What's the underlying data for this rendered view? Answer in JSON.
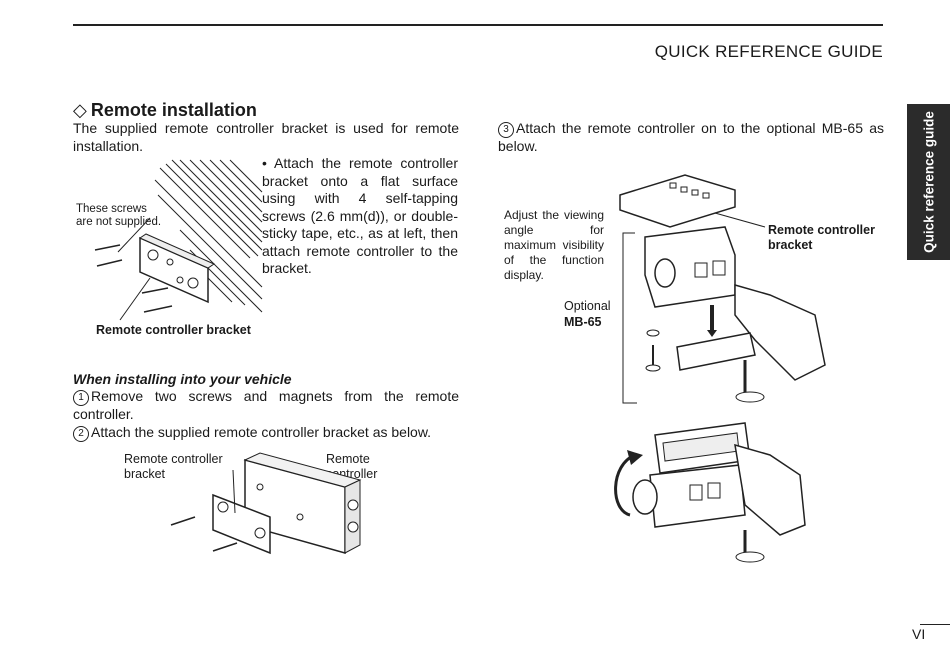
{
  "header": {
    "title": "QUICK REFERENCE GUIDE",
    "side_tab": "Quick reference guide"
  },
  "section": {
    "symbol": "◇",
    "title": "Remote installation",
    "intro": "The supplied remote controller bracket is used for remote installation.",
    "bullet": "• Attach the remote controller bracket onto a flat surface using with 4 self-tapping screws (2.6 mm(d)), or double-sticky tape, etc., as at left, then attach remote controller to the bracket.",
    "fig1": {
      "note": "These screws are not supplied.",
      "label": "Remote controller bracket"
    }
  },
  "vehicle": {
    "title": "When installing into your vehicle",
    "steps": [
      {
        "num": "1",
        "text": "Remove two screws and magnets from the remote controller."
      },
      {
        "num": "2",
        "text": "Attach the supplied remote controller bracket as below."
      },
      {
        "num": "3",
        "text": "Attach the remote controller on to the optional MB-65 as below."
      }
    ],
    "fig2": {
      "bracket_label": "Remote controller bracket",
      "controller_label": "Remote controller"
    }
  },
  "fig3": {
    "adjust_note": "Adjust the viewing angle for maximum visibility of the function display.",
    "bracket_label": "Remote controller bracket",
    "optional_label": "Optional",
    "model_label": "MB-65"
  },
  "footer": {
    "page": "VI"
  }
}
